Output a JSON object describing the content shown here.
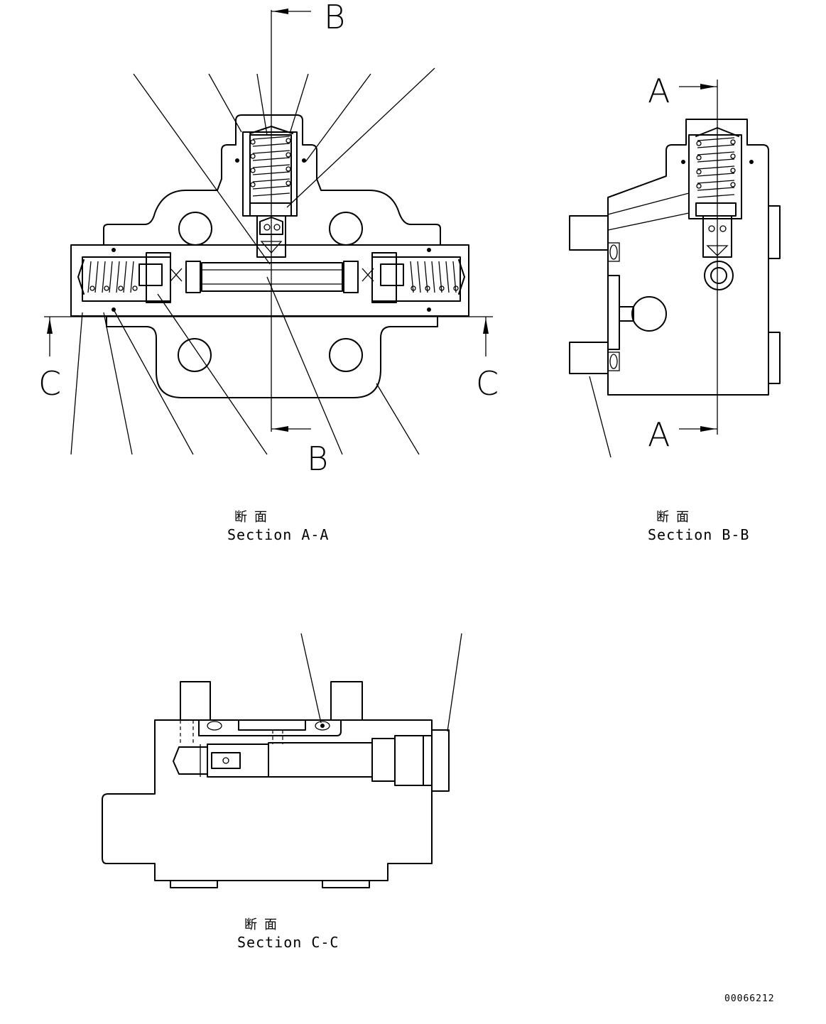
{
  "views": [
    {
      "id": "A-A",
      "caption_jp": "断面",
      "caption_en": "Section A-A"
    },
    {
      "id": "B-B",
      "caption_jp": "断面",
      "caption_en": "Section B-B"
    },
    {
      "id": "C-C",
      "caption_jp": "断面",
      "caption_en": "Section C-C"
    }
  ],
  "section_markers": {
    "b_top": "B",
    "b_bottom": "B",
    "c_left": "C",
    "c_right": "C",
    "a_top": "A",
    "a_bottom": "A"
  },
  "drawing_number": "00066212"
}
